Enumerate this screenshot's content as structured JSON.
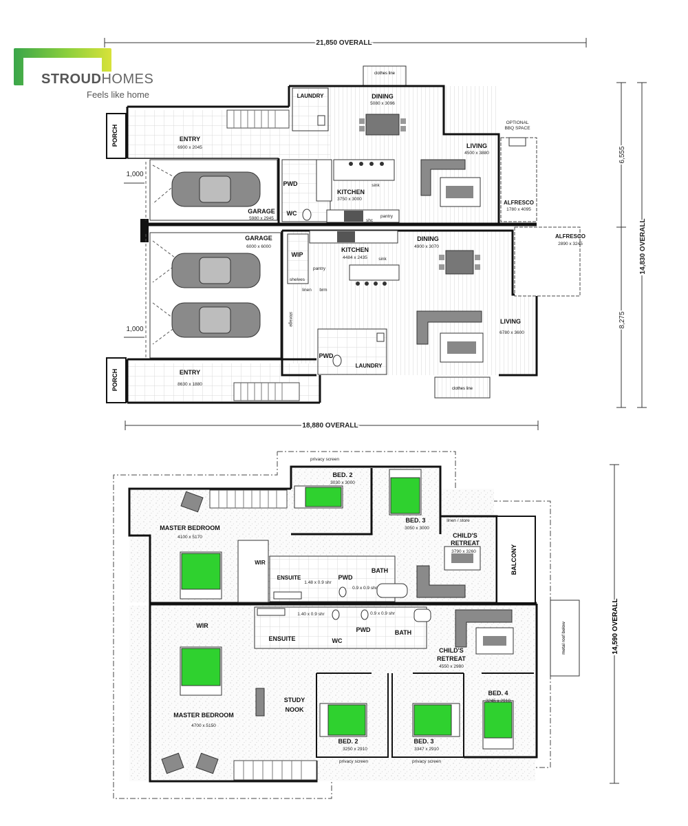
{
  "brand": {
    "name_bold": "STROUD",
    "name_light": "HOMES",
    "tagline": "Feels like home"
  },
  "dims": {
    "top_overall": "21,850 OVERALL",
    "bottom_overall": "18,880 OVERALL",
    "setback_a": "1,000",
    "setback_b": "1,000",
    "side_a": "6,555",
    "side_b": "8,275",
    "side_total": "14,830 OVERALL",
    "upper_total": "14,590 OVERALL"
  },
  "ground": {
    "clothes_line_top": "clothes line",
    "clothes_line_bottom": "clothes line",
    "porch_a": "PORCH",
    "porch_b": "PORCH",
    "entry_a": {
      "name": "ENTRY",
      "size": "6900 x 2045"
    },
    "entry_b": {
      "name": "ENTRY",
      "size": "8630 x 1880"
    },
    "laundry_a": "LAUNDRY",
    "laundry_b": "LAUNDRY",
    "dining_a": {
      "name": "DINING",
      "size": "5080 x 3096"
    },
    "dining_b": {
      "name": "DINING",
      "size": "4900 x 3070"
    },
    "living_a": {
      "name": "LIVING",
      "size": "4500 x 3880"
    },
    "living_b": {
      "name": "LIVING",
      "size": "6780 x 3600"
    },
    "kitchen_a": {
      "name": "KITCHEN",
      "size": "3750 x 3000"
    },
    "kitchen_b": {
      "name": "KITCHEN",
      "size": "4484 x 2435"
    },
    "garage_a": {
      "name": "GARAGE",
      "size": "5980 x 2945"
    },
    "garage_b": {
      "name": "GARAGE",
      "size": "6000 x 6000"
    },
    "alfresco_a": {
      "name": "ALFRESCO",
      "size": "1780 x 4095"
    },
    "alfresco_b": {
      "name": "ALFRESCO",
      "size": "2890 x 3245"
    },
    "bbq": {
      "line1": "OPTIONAL",
      "line2": "BBQ SPACE"
    },
    "pwd_a": "PWD",
    "pwd_b": "PWD",
    "wc_a": "WC",
    "wip": "WIP",
    "pantry_a": "pantry",
    "pantry_b": "pantry",
    "shelves": "shelves",
    "linen": "linen",
    "bm": "brm",
    "sink_a": "sink",
    "sink_b": "sink",
    "storage": "storage",
    "shc": "shc"
  },
  "upper": {
    "privacy_top": "privacy screen",
    "privacy_b1": "privacy screen",
    "privacy_b2": "privacy screen",
    "bed2_a": {
      "name": "BED. 2",
      "size": "3030 x 3000"
    },
    "bed3_a": {
      "name": "BED. 3",
      "size": "3050 x 3000"
    },
    "master_a": {
      "name": "MASTER BEDROOM",
      "size": "4100 x 5170"
    },
    "childs_a": {
      "name": "CHILD'S",
      "name2": "RETREAT",
      "size": "3790 x 3260"
    },
    "balcony": "BALCONY",
    "linen_store": "linen / store",
    "wir_a": "WIR",
    "wir_b": "WIR",
    "ensuite_a": "ENSUITE",
    "ensuite_b": "ENSUITE",
    "pwd_a": "PWD",
    "pwd_b": "PWD",
    "bath_a": "BATH",
    "bath_b": "BATH",
    "wc_b": "WC",
    "shower_a": "1.48 x 0.9 shr",
    "shower_b": "0.9 x 0.9 shr",
    "shower_c": "1.40 x 0.9 shr",
    "shower_d": "0.9 x 0.9 shr",
    "childs_b": {
      "name": "CHILD'S",
      "name2": "RETREAT",
      "size": "4550 x 2980"
    },
    "master_b": {
      "name": "MASTER BEDROOM",
      "size": "4700 x 5150"
    },
    "study": {
      "line1": "STUDY",
      "line2": "NOOK"
    },
    "bed2_b": {
      "name": "BED. 2",
      "size": "3250 x 2910"
    },
    "bed3_b": {
      "name": "BED. 3",
      "size": "3347 x 2910"
    },
    "bed4_b": {
      "name": "BED. 4",
      "size": "3245 x 2910"
    },
    "metal_roof": "metal roof below"
  },
  "colors": {
    "bed": "#2fd12f",
    "wall": "#111111",
    "furniture": "#8a8a8a",
    "floor": "#f2f2f2",
    "logo_start": "#3aa64a",
    "logo_end": "#d8e23a"
  }
}
